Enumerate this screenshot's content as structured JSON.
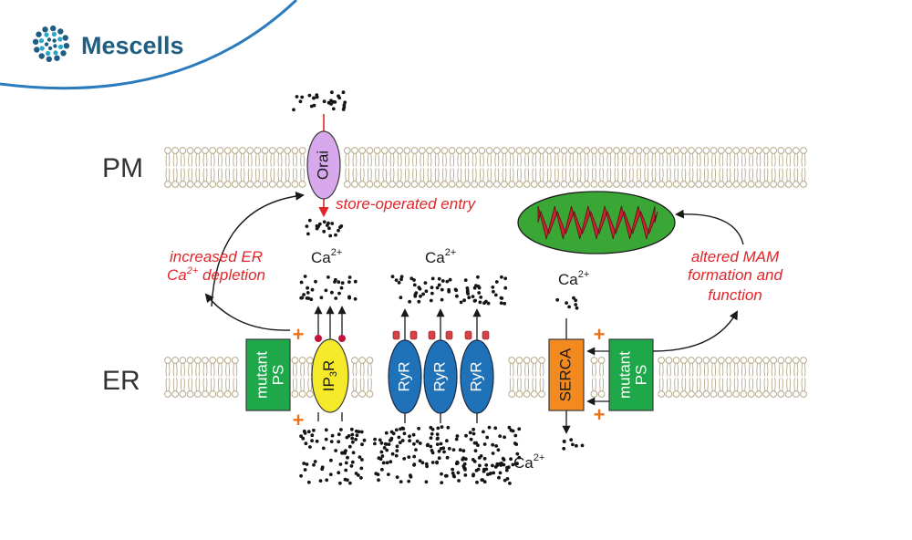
{
  "brand": {
    "name": "Mescells"
  },
  "labels": {
    "pm": "PM",
    "er": "ER",
    "orai": "Orai",
    "store_entry": "store-operated entry",
    "increased_line1": "increased ER",
    "increased_ca": "Ca",
    "increased_ca_sup": "2+",
    "increased_rest": " depletion",
    "altered_line1": "altered MAM",
    "altered_line2": "formation and",
    "altered_line3": "function",
    "ca": "Ca",
    "sup": "2+",
    "mutant": "mutant",
    "ps": "PS",
    "ip3r_ip": "IP",
    "ip3r_3": "3",
    "ip3r_r": "R",
    "ryr": "RyR",
    "serca": "SERCA",
    "plus": "+"
  },
  "colors": {
    "brand": "#1f5e82",
    "brand_accent": "#2aa7c7",
    "arc": "#2a7bbd",
    "membrane": "#b5a98a",
    "red_text": "#e0262a",
    "orai": "#d8a8ec",
    "ip3r": "#f5ea2a",
    "ryr": "#1f72b8",
    "serca": "#f28a1f",
    "mutant_ps": "#1ea84a",
    "mito_outer": "#3aa635",
    "mito_inner": "#d0203a",
    "plus": "#e8731c"
  }
}
